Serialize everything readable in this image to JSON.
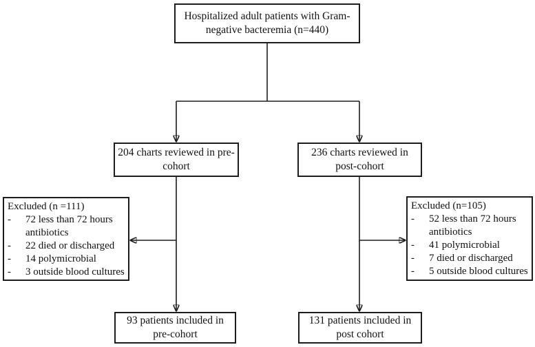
{
  "colors": {
    "line": "#1c1c1c",
    "border": "#1c1c1c",
    "background": "#ffffff",
    "text": "#111111"
  },
  "flowchart": {
    "enrollment": {
      "text": "Hospitalized adult patients with Gram-negative bacteremia (n=440)"
    },
    "pre_reviewed": {
      "text": "204 charts reviewed in pre-cohort"
    },
    "post_reviewed": {
      "text": "236 charts reviewed in post-cohort"
    },
    "pre_excluded": {
      "title": "Excluded (n =111)",
      "bullet": "-",
      "items": [
        "72 less than 72 hours antibiotics",
        "22 died or discharged",
        "14 polymicrobial",
        "3 outside blood cultures"
      ]
    },
    "post_excluded": {
      "title": "Excluded (n=105)",
      "bullet": "-",
      "items": [
        "52 less than 72 hours antibiotics",
        "41 polymicrobial",
        "7 died or discharged",
        "5 outside blood cultures"
      ]
    },
    "pre_included": {
      "text": "93 patients included in pre-cohort"
    },
    "post_included": {
      "text": "131 patients included in post cohort"
    }
  }
}
